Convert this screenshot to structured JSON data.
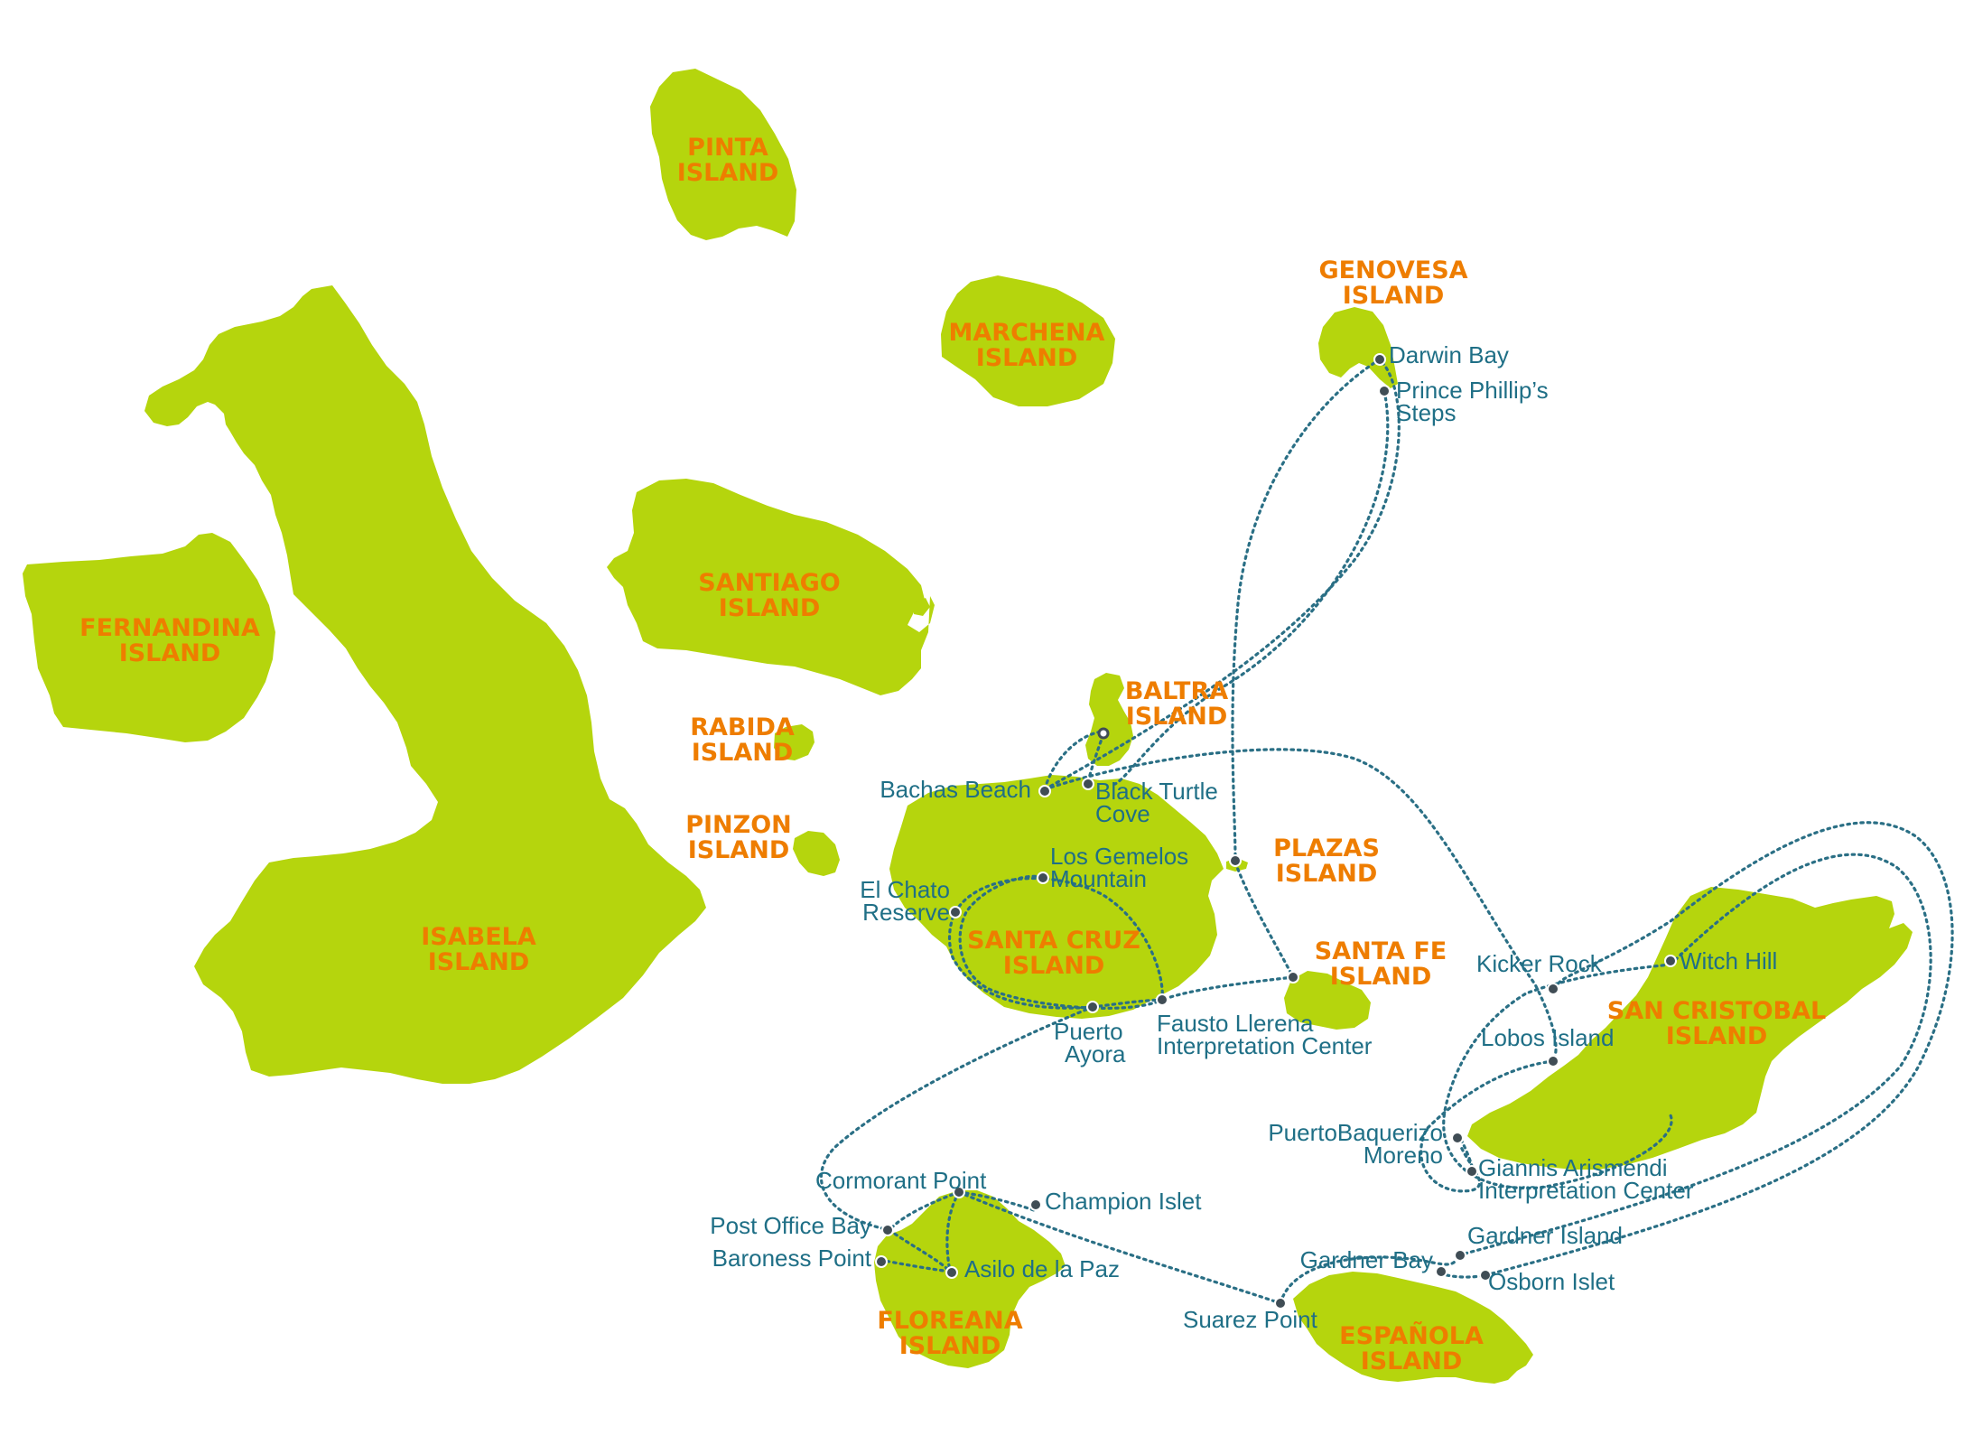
{
  "colors": {
    "land": "#b5d50d",
    "island_label": "#ee7d00",
    "place_label": "#1f6f86",
    "route": "#2a6f85",
    "dot": "#404d55"
  },
  "islands": {
    "pinta": [
      "PINTA",
      "ISLAND"
    ],
    "marchena": [
      "MARCHENA",
      "ISLAND"
    ],
    "genovesa": [
      "GENOVESA",
      "ISLAND"
    ],
    "fernandina": [
      "FERNANDINA",
      "ISLAND"
    ],
    "santiago": [
      "SANTIAGO",
      "ISLAND"
    ],
    "rabida": [
      "RABIDA",
      "ISLAND"
    ],
    "pinzon": [
      "PINZON",
      "ISLAND"
    ],
    "isabela": [
      "ISABELA",
      "ISLAND"
    ],
    "baltra": [
      "BALTRA",
      "ISLAND"
    ],
    "plazas": [
      "PLAZAS",
      "ISLAND"
    ],
    "santa_cruz": [
      "SANTA CRUZ",
      "ISLAND"
    ],
    "santa_fe": [
      "SANTA FE",
      "ISLAND"
    ],
    "san_cristobal": [
      "SAN CRISTOBAL",
      "ISLAND"
    ],
    "floreana": [
      "FLOREANA",
      "ISLAND"
    ],
    "espanola": [
      "ESPAÑOLA",
      "ISLAND"
    ]
  },
  "places": {
    "darwin_bay": [
      "Darwin Bay"
    ],
    "prince_phillips_steps": [
      "Prince Phillip’s",
      "Steps"
    ],
    "bachas_beach": [
      "Bachas Beach"
    ],
    "black_turtle_cove": [
      "Black Turtle",
      "Cove"
    ],
    "los_gemelos": [
      "Los Gemelos",
      "Mountain"
    ],
    "el_chato": [
      "El Chato",
      "Reserve"
    ],
    "puerto_ayora": [
      "Puerto",
      "Ayora"
    ],
    "fausto_llerena": [
      "Fausto Llerena",
      "Interpretation Center"
    ],
    "kicker_rock": [
      "Kicker Rock"
    ],
    "witch_hill": [
      "Witch Hill"
    ],
    "lobos_island": [
      "Lobos Island"
    ],
    "puerto_baquerizo": [
      "PuertoBaquerizo",
      "Moreno"
    ],
    "giannis_arismendi": [
      "Giannis Arismendi",
      "Interpretation Center"
    ],
    "cormorant_point": [
      "Cormorant Point"
    ],
    "champion_islet": [
      "Champion Islet"
    ],
    "post_office_bay": [
      "Post Office Bay"
    ],
    "baroness_point": [
      "Baroness Point"
    ],
    "asilo_de_la_paz": [
      "Asilo de la Paz"
    ],
    "gardner_island": [
      "Gardner Island"
    ],
    "gardner_bay": [
      "Gardner Bay"
    ],
    "osborn_islet": [
      "Osborn Islet"
    ],
    "suarez_point": [
      "Suarez Point"
    ]
  }
}
